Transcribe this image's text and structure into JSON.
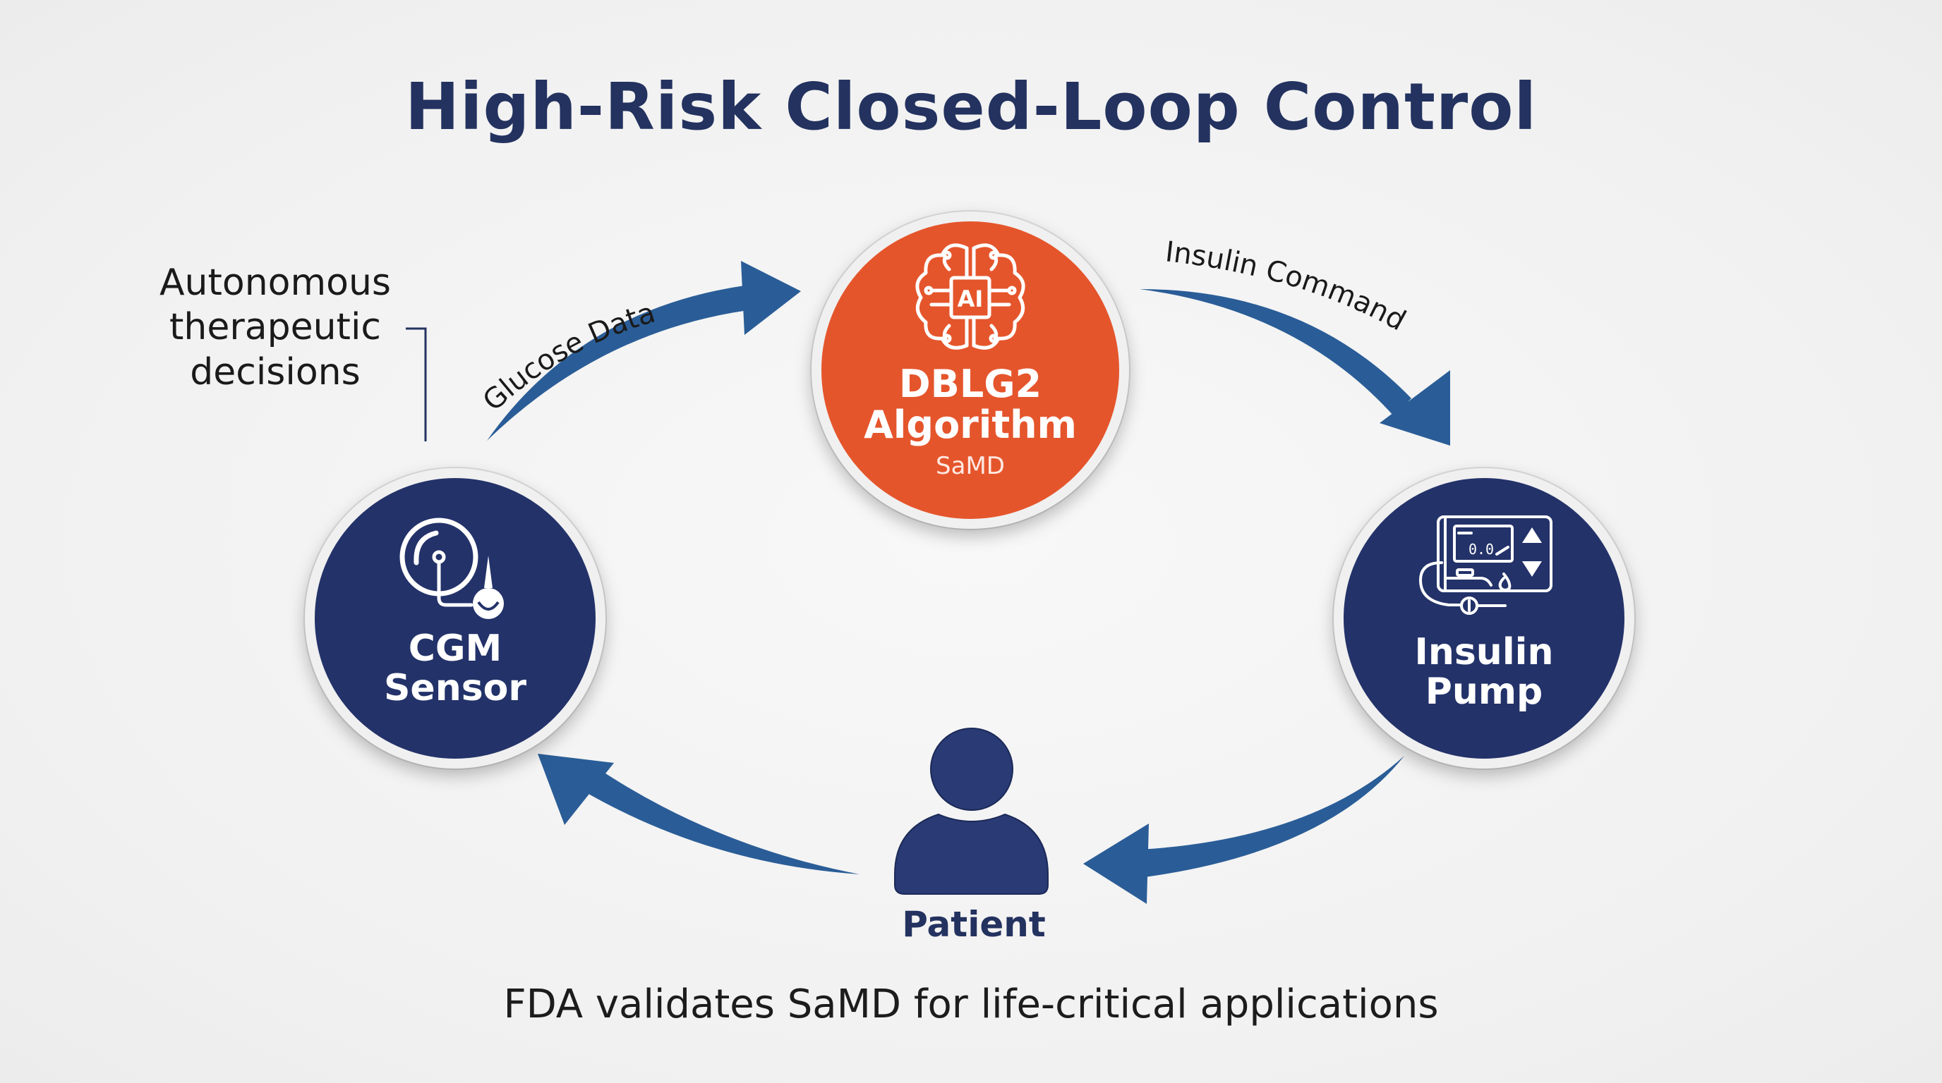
{
  "title": "High-Risk Closed-Loop Control",
  "nodes": {
    "algorithm": {
      "icon": "brain-ai-chip-icon",
      "icon_text": "AI",
      "title_line1": "DBLG2",
      "title_line2": "Algorithm",
      "subtitle": "SaMD"
    },
    "cgm": {
      "icon": "cgm-sensor-icon",
      "title_line1": "CGM",
      "title_line2": "Sensor"
    },
    "pump": {
      "icon": "insulin-pump-icon",
      "display_value": "0.0",
      "title_line1": "Insulin",
      "title_line2": "Pump"
    },
    "patient": {
      "icon": "person-icon",
      "label": "Patient"
    }
  },
  "arrows": {
    "cgm_to_algorithm": "Glucose Data",
    "algorithm_to_pump": "Insulin Command",
    "pump_to_patient": "",
    "patient_to_cgm": ""
  },
  "annotation": {
    "line1": "Autonomous",
    "line2": "therapeutic",
    "line3": "decisions"
  },
  "footer": "FDA validates SaMD for life-critical applications",
  "colors": {
    "navy": "#233269",
    "orange": "#e5552c",
    "arrow_blue": "#2a5d97",
    "title": "#23325f"
  }
}
